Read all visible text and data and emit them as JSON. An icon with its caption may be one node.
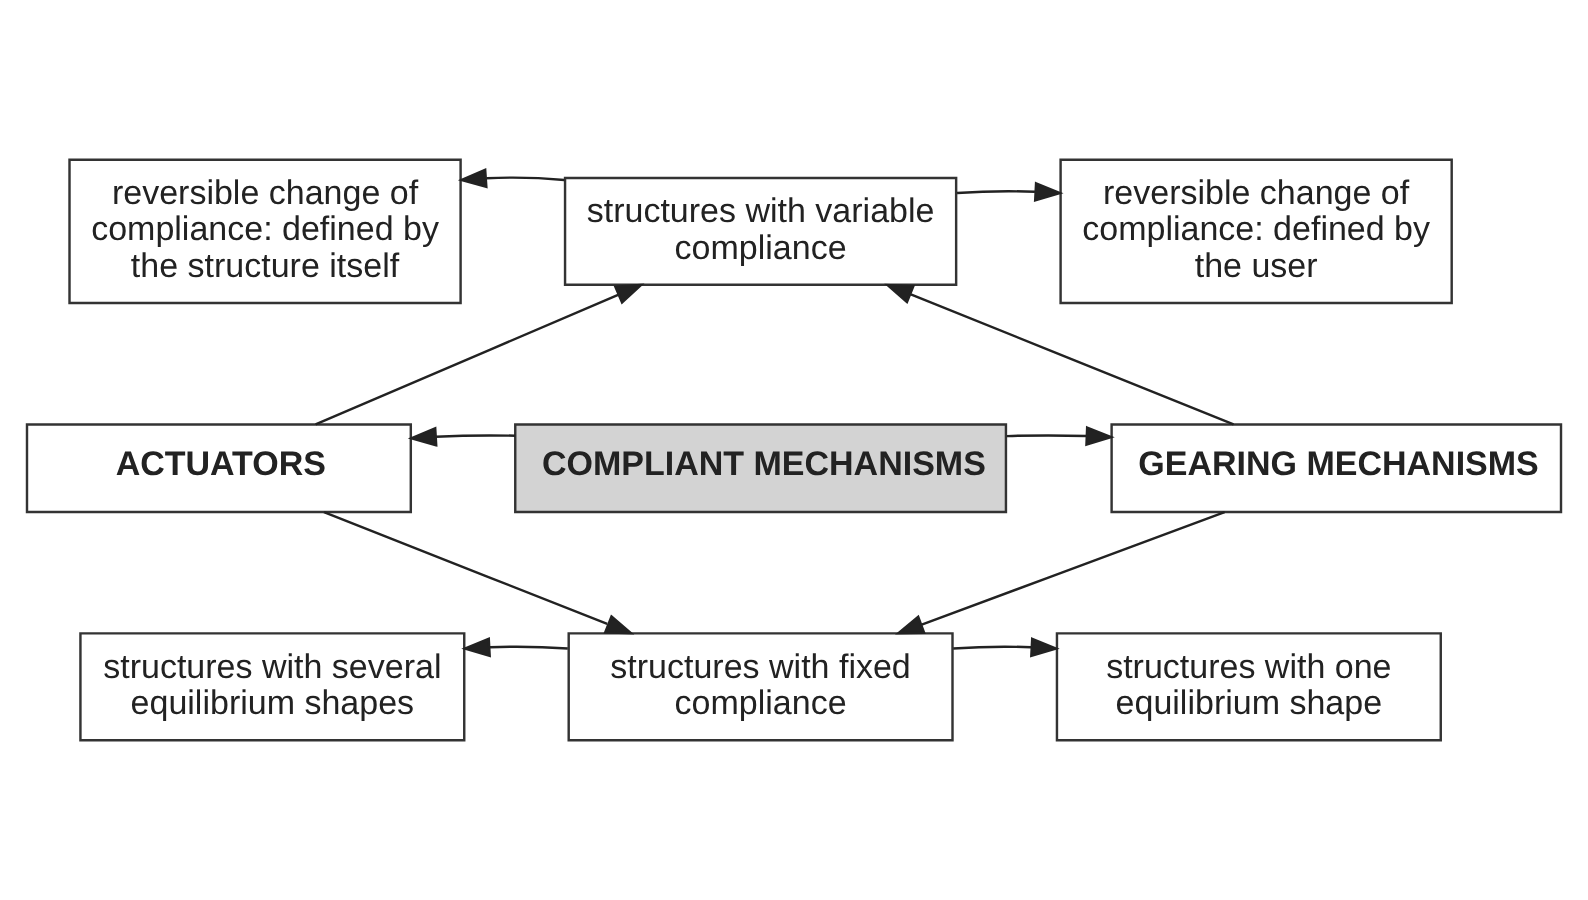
{
  "diagram": {
    "nodes": [
      {
        "text": [
          "reversible change of compliance: defined by the structure itself"
        ]
      },
      {
        "text": [
          "structures with variable compliance"
        ]
      },
      {
        "text": [
          "reversible change of compliance: defined by the user"
        ]
      },
      {
        "text": [
          "ACTUATORS"
        ]
      },
      {
        "text": [
          "COMPLIANT MECHANISMS"
        ]
      },
      {
        "text": [
          "GEARING MECHANISMS"
        ]
      },
      {
        "text": [
          "structures with several equilibrium shapes"
        ]
      },
      {
        "text": [
          "structures with fixed compliance"
        ]
      },
      {
        "text": [
          "structures with one equilibrium shape"
        ]
      }
    ],
    "edges": [
      {
        "from": 1,
        "to": 0,
        "arrow": "to"
      },
      {
        "from": 1,
        "to": 2,
        "arrow": "to"
      },
      {
        "from": 4,
        "to": 3,
        "arrow": "to"
      },
      {
        "from": 4,
        "to": 5,
        "arrow": "to"
      },
      {
        "from": 7,
        "to": 6,
        "arrow": "to"
      },
      {
        "from": 7,
        "to": 8,
        "arrow": "to"
      },
      {
        "from": 3,
        "to": 1,
        "arrow": "to"
      },
      {
        "from": 5,
        "to": 1,
        "arrow": "to"
      },
      {
        "from": 3,
        "to": 7,
        "arrow": "to"
      },
      {
        "from": 5,
        "to": 7,
        "arrow": "to"
      }
    ]
  }
}
